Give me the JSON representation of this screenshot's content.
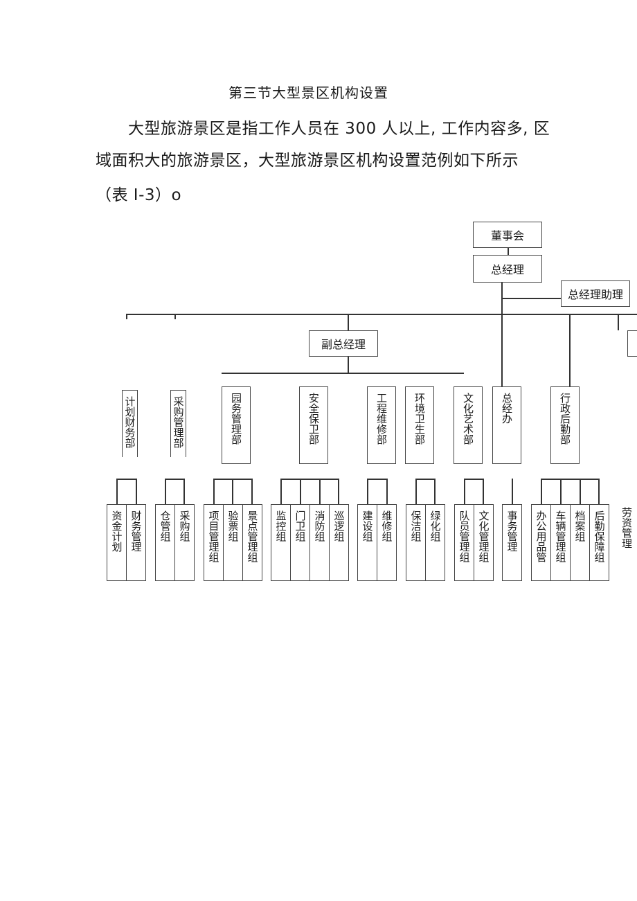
{
  "document": {
    "title": "第三节大型景区机构设置",
    "para_line1": "大型旅游景区是指工作人员在 300 人以上, 工作内容多, 区",
    "para_line2": "域面积大的旅游景区，大型旅游景区机构设置范例如下所示",
    "para_line3": "（表 I-3）o"
  },
  "org_chart": {
    "board": "董事会",
    "gm": "总经理",
    "gm_assistant": "总经理助理",
    "deputy_gm": "副总经理",
    "departments": [
      {
        "label": "计划财务部"
      },
      {
        "label": "采购管理部"
      },
      {
        "label": "园务管理部"
      },
      {
        "label": "安全保卫部"
      },
      {
        "label": "工程维修部"
      },
      {
        "label": "环境卫生部"
      },
      {
        "label": "文化艺术部"
      },
      {
        "label": "总经办"
      },
      {
        "label": "行政后勤部"
      }
    ],
    "teams": [
      {
        "label": "资金计划"
      },
      {
        "label": "财务管理"
      },
      {
        "label": "仓管组"
      },
      {
        "label": "采购组"
      },
      {
        "label": "项目管理组"
      },
      {
        "label": "验票组"
      },
      {
        "label": "景点管理组"
      },
      {
        "label": "监控组"
      },
      {
        "label": "门卫组"
      },
      {
        "label": "消防组"
      },
      {
        "label": "巡逻组"
      },
      {
        "label": "建设组"
      },
      {
        "label": "维修组"
      },
      {
        "label": "保洁组"
      },
      {
        "label": "绿化组"
      },
      {
        "label": "队员管理组"
      },
      {
        "label": "文化管理组"
      },
      {
        "label": "事务管理"
      },
      {
        "label": "办公用品管"
      },
      {
        "label": "车辆管理组"
      },
      {
        "label": "档案组"
      },
      {
        "label": "后勤保障组"
      }
    ],
    "cut_off_team": "劳资管理"
  }
}
